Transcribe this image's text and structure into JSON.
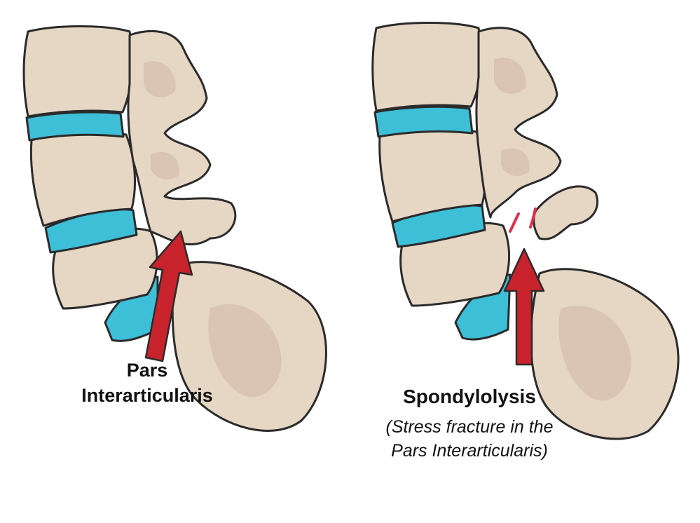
{
  "left_figure": {
    "label_line1": "Pars",
    "label_line2": "Interarticularis"
  },
  "right_figure": {
    "title": "Spondylolysis",
    "subtitle_line1": "(Stress fracture in the",
    "subtitle_line2": "Pars Interarticularis)"
  },
  "colors": {
    "bone": "#E6D6C4",
    "bone_shadow": "#CDB8A2",
    "outline": "#2B2B2B",
    "disc": "#3DBFD8",
    "arrow": "#C8232C",
    "fracture": "#E0304A"
  }
}
